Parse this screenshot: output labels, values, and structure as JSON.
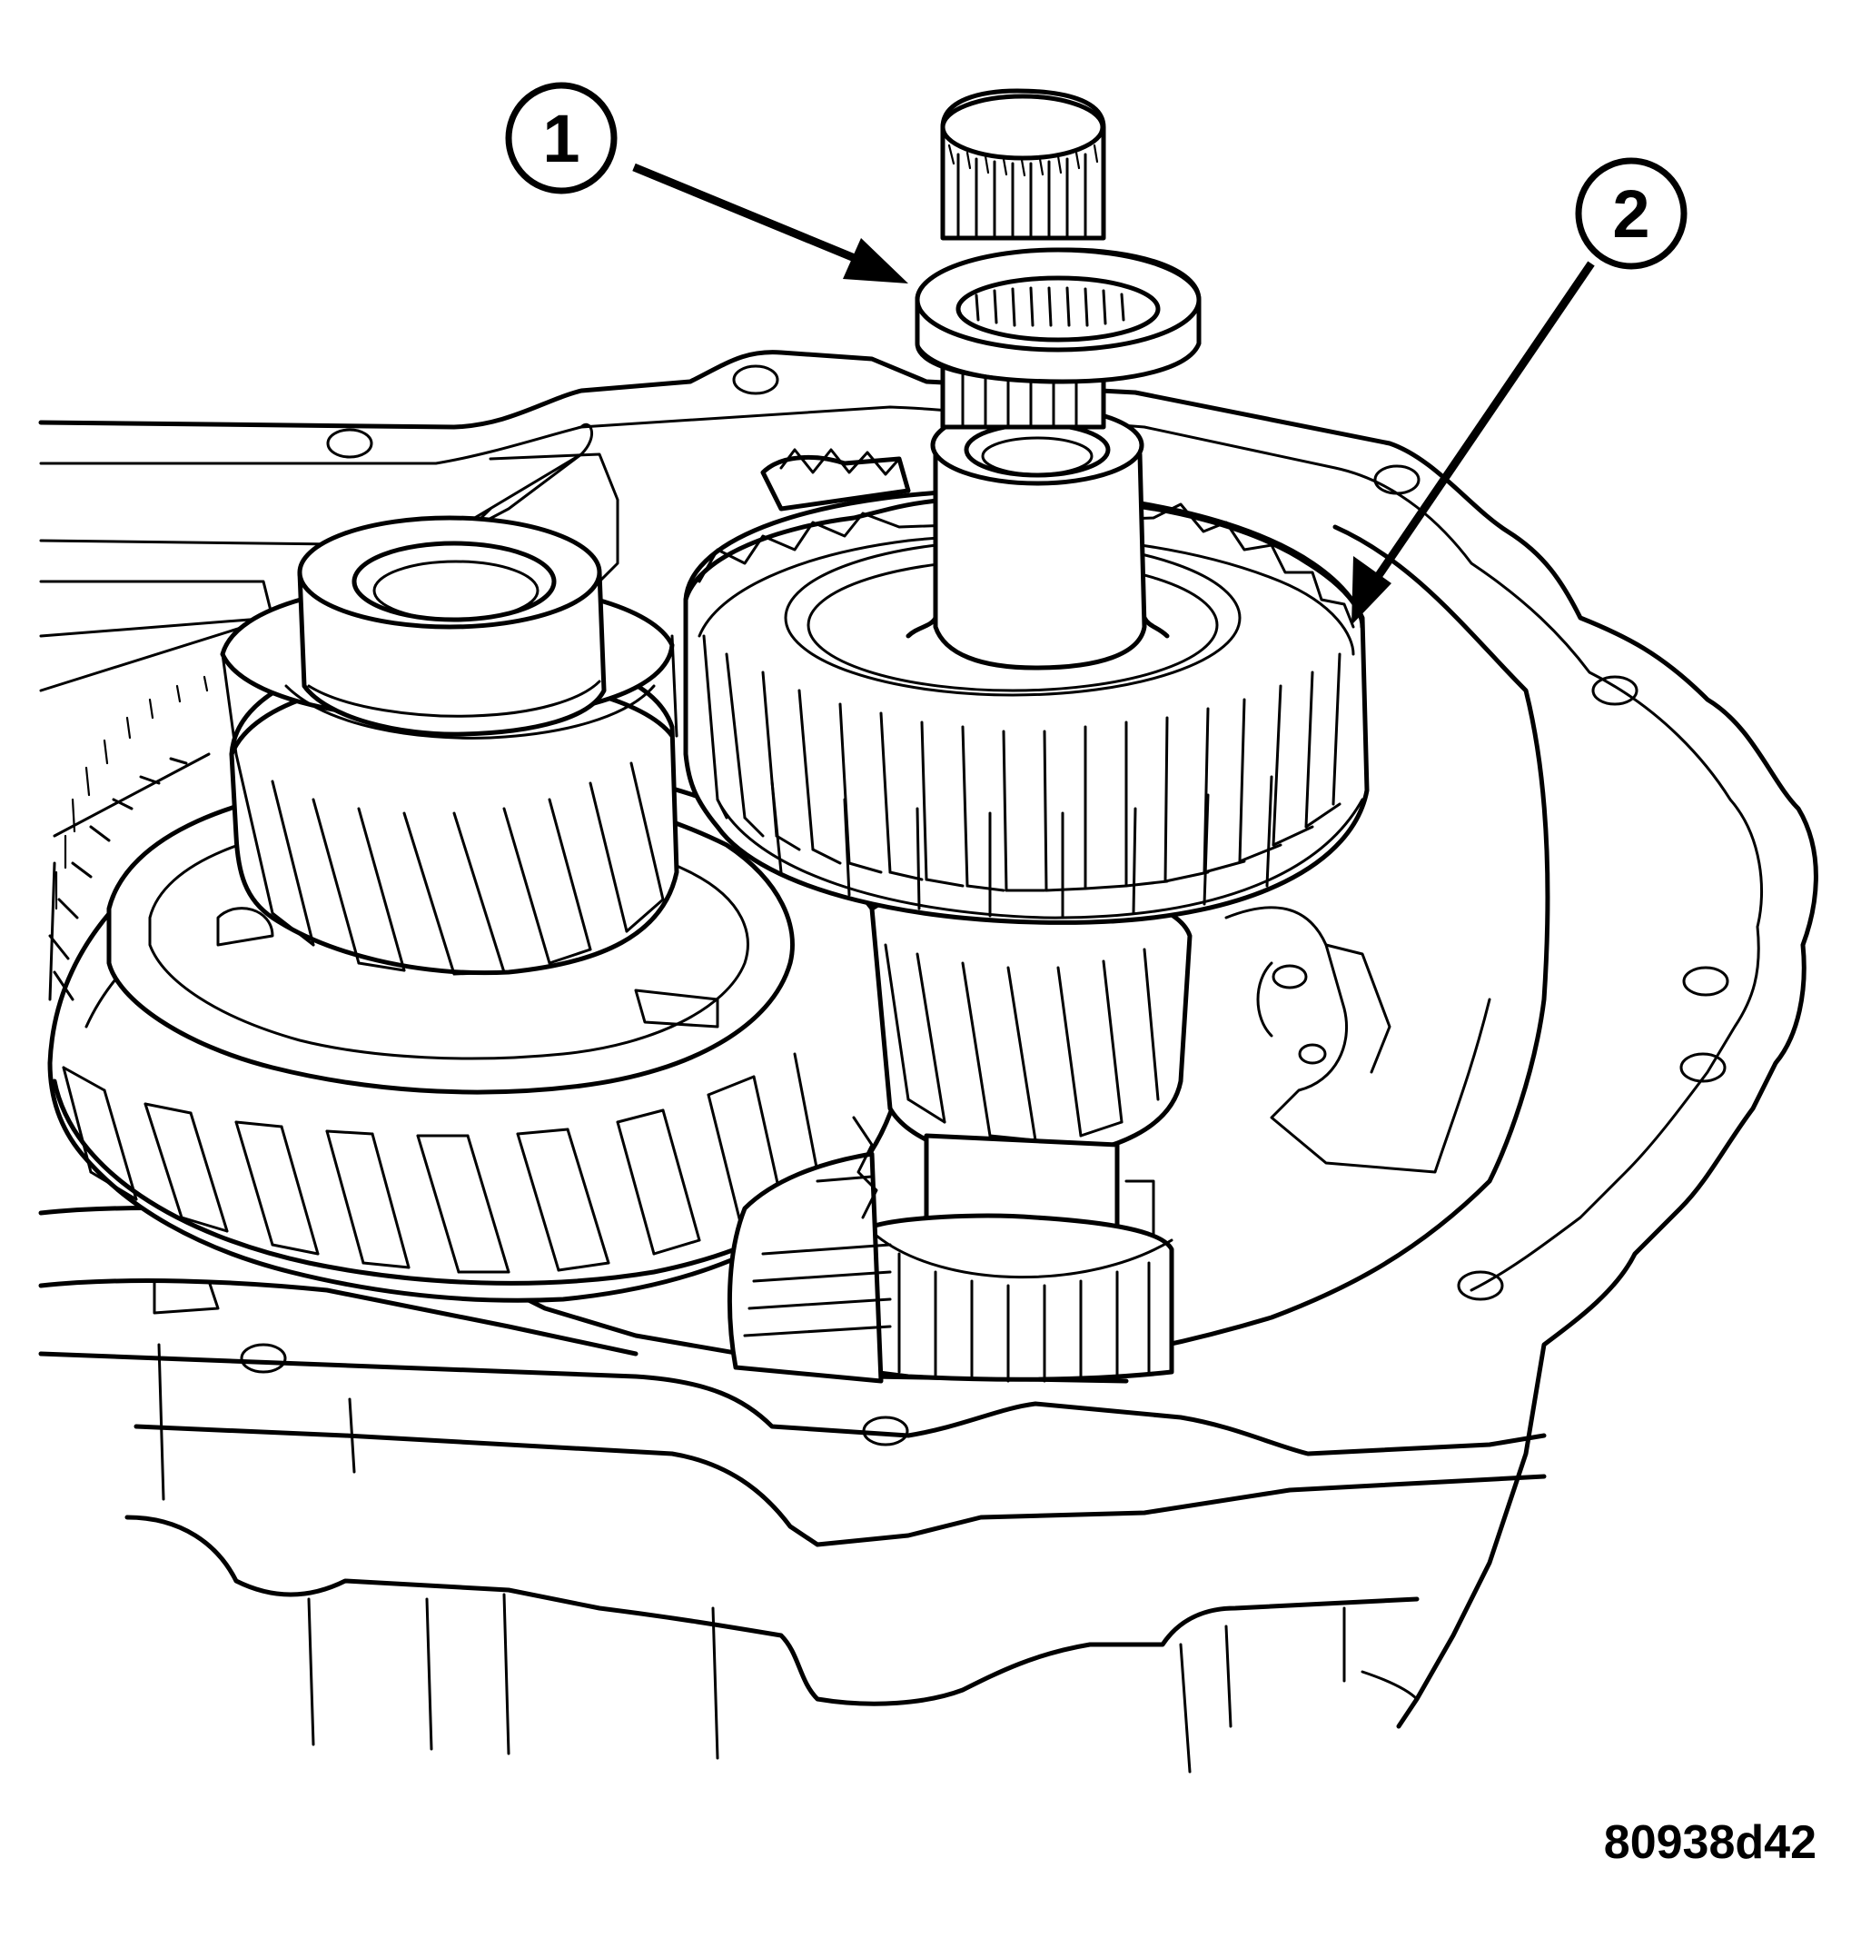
{
  "figure": {
    "figure_id": "80938d42",
    "callouts": [
      {
        "number": "1"
      },
      {
        "number": "2"
      }
    ]
  },
  "colors": {
    "ink": "#000000",
    "paper": "#ffffff"
  }
}
